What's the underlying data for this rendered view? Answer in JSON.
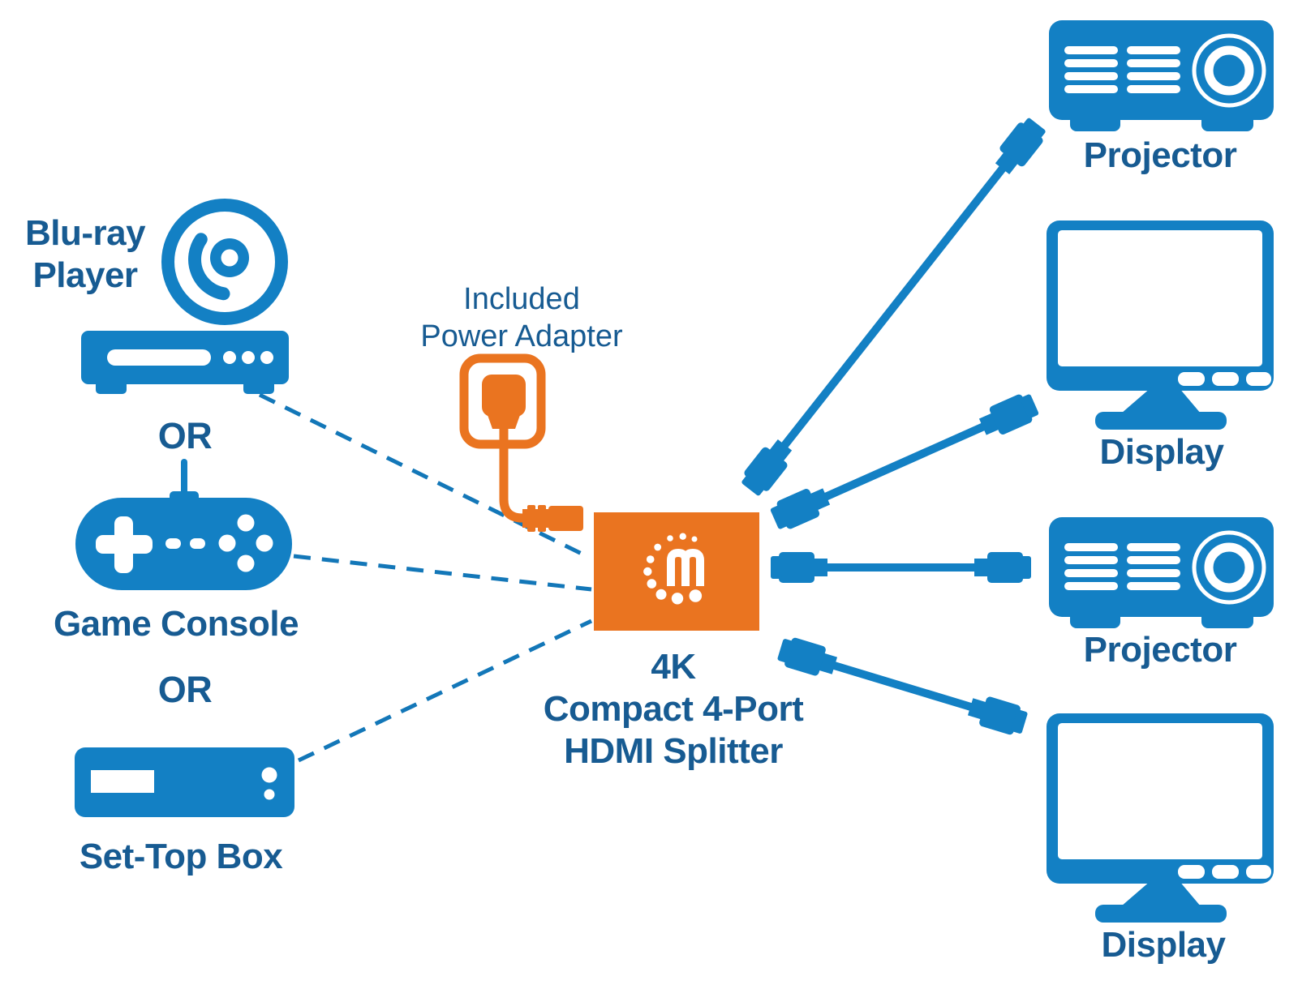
{
  "colors": {
    "blue": "#1380c4",
    "dark_blue": "#175b92",
    "orange": "#ea7420",
    "dash_blue": "#1377b8",
    "background": "#ffffff"
  },
  "sources": {
    "bluray_label": "Blu-ray\nPlayer",
    "or_first": "OR",
    "game_console_label": "Game Console",
    "or_second": "OR",
    "set_top_box_label": "Set-Top Box"
  },
  "power_adapter": {
    "label": "Included\nPower Adapter"
  },
  "splitter": {
    "label": "4K\nCompact 4-Port\nHDMI Splitter",
    "logo_letter": "m"
  },
  "outputs": [
    {
      "label": "Projector"
    },
    {
      "label": "Display"
    },
    {
      "label": "Projector"
    },
    {
      "label": "Display"
    }
  ],
  "icons": {
    "blu_ray_disc": "blu-ray-disc-icon",
    "blu_ray_player": "blu-ray-player-icon",
    "game_controller": "game-controller-icon",
    "set_top_box": "set-top-box-icon",
    "power_adapter": "power-adapter-icon",
    "splitter_box": "hdmi-splitter-box",
    "manhattan_logo": "manhattan-logo",
    "hdmi_cable": "hdmi-cable",
    "projector": "projector-icon",
    "display": "display-icon"
  }
}
